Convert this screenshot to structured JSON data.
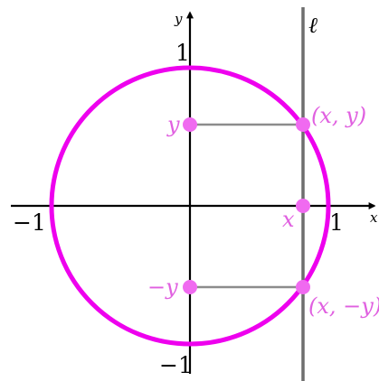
{
  "axes": {
    "x_name": "x",
    "y_name": "y",
    "tick_x_neg": "−1",
    "tick_x_pos": "1",
    "tick_y_pos": "1",
    "tick_y_neg": "−1"
  },
  "vertical_line_label": "ℓ",
  "point_labels": {
    "y_on_axis": "y",
    "x_on_axis": "x",
    "neg_y_on_axis": "−y",
    "upper_intersection": "(x, y)",
    "lower_intersection": "(x, −y)"
  },
  "colors": {
    "circle": "#ee00ee",
    "points": "#f06af0",
    "labels": "#e060e0",
    "vertical_line": "#6e6e6e",
    "guides": "#8c8c8c",
    "axes": "#000000"
  }
}
